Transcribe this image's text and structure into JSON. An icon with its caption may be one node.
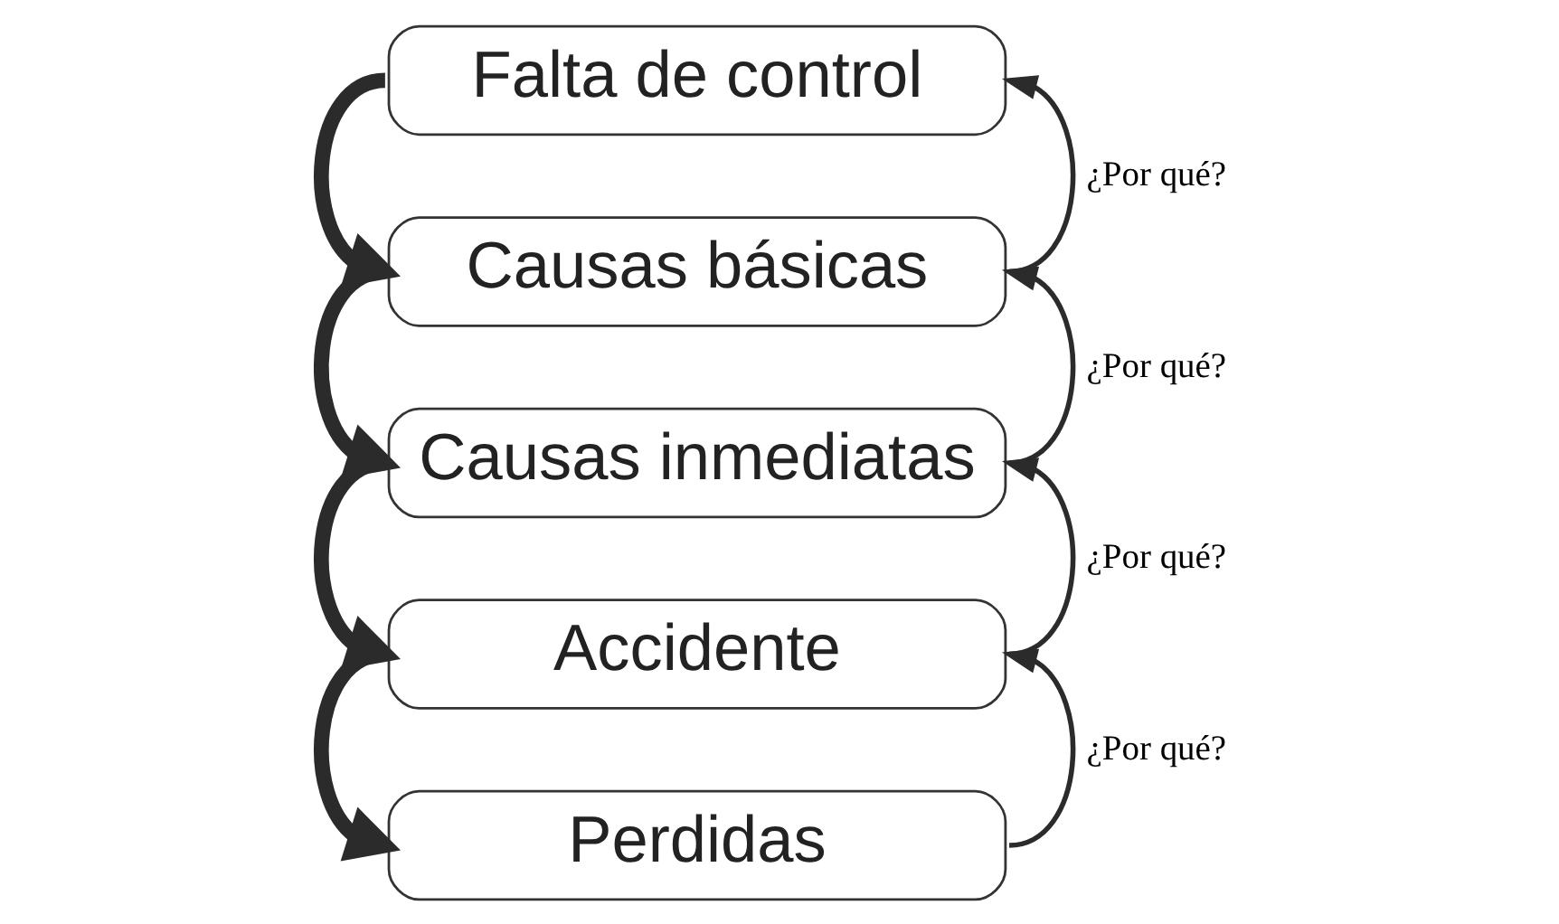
{
  "diagram": {
    "nodes": [
      {
        "text": [
          "Falta de control"
        ]
      },
      {
        "text": [
          "Causas básicas"
        ]
      },
      {
        "text": [
          "Causas inmediatas"
        ]
      },
      {
        "text": [
          "Accidente"
        ]
      },
      {
        "text": [
          "Perdidas"
        ]
      }
    ],
    "edges": [
      {
        "from": 0,
        "to": 1,
        "arrow": "to",
        "style": "thick"
      },
      {
        "from": 1,
        "to": 2,
        "arrow": "to",
        "style": "thick"
      },
      {
        "from": 2,
        "to": 3,
        "arrow": "to",
        "style": "thick"
      },
      {
        "from": 3,
        "to": 4,
        "arrow": "to",
        "style": "thick"
      },
      {
        "from": 1,
        "to": 0,
        "arrow": "to",
        "label": "¿Por qué?"
      },
      {
        "from": 2,
        "to": 1,
        "arrow": "to",
        "label": "¿Por qué?"
      },
      {
        "from": 3,
        "to": 2,
        "arrow": "to",
        "label": "¿Por qué?"
      },
      {
        "from": 4,
        "to": 3,
        "arrow": "to",
        "label": "¿Por qué?"
      }
    ]
  }
}
